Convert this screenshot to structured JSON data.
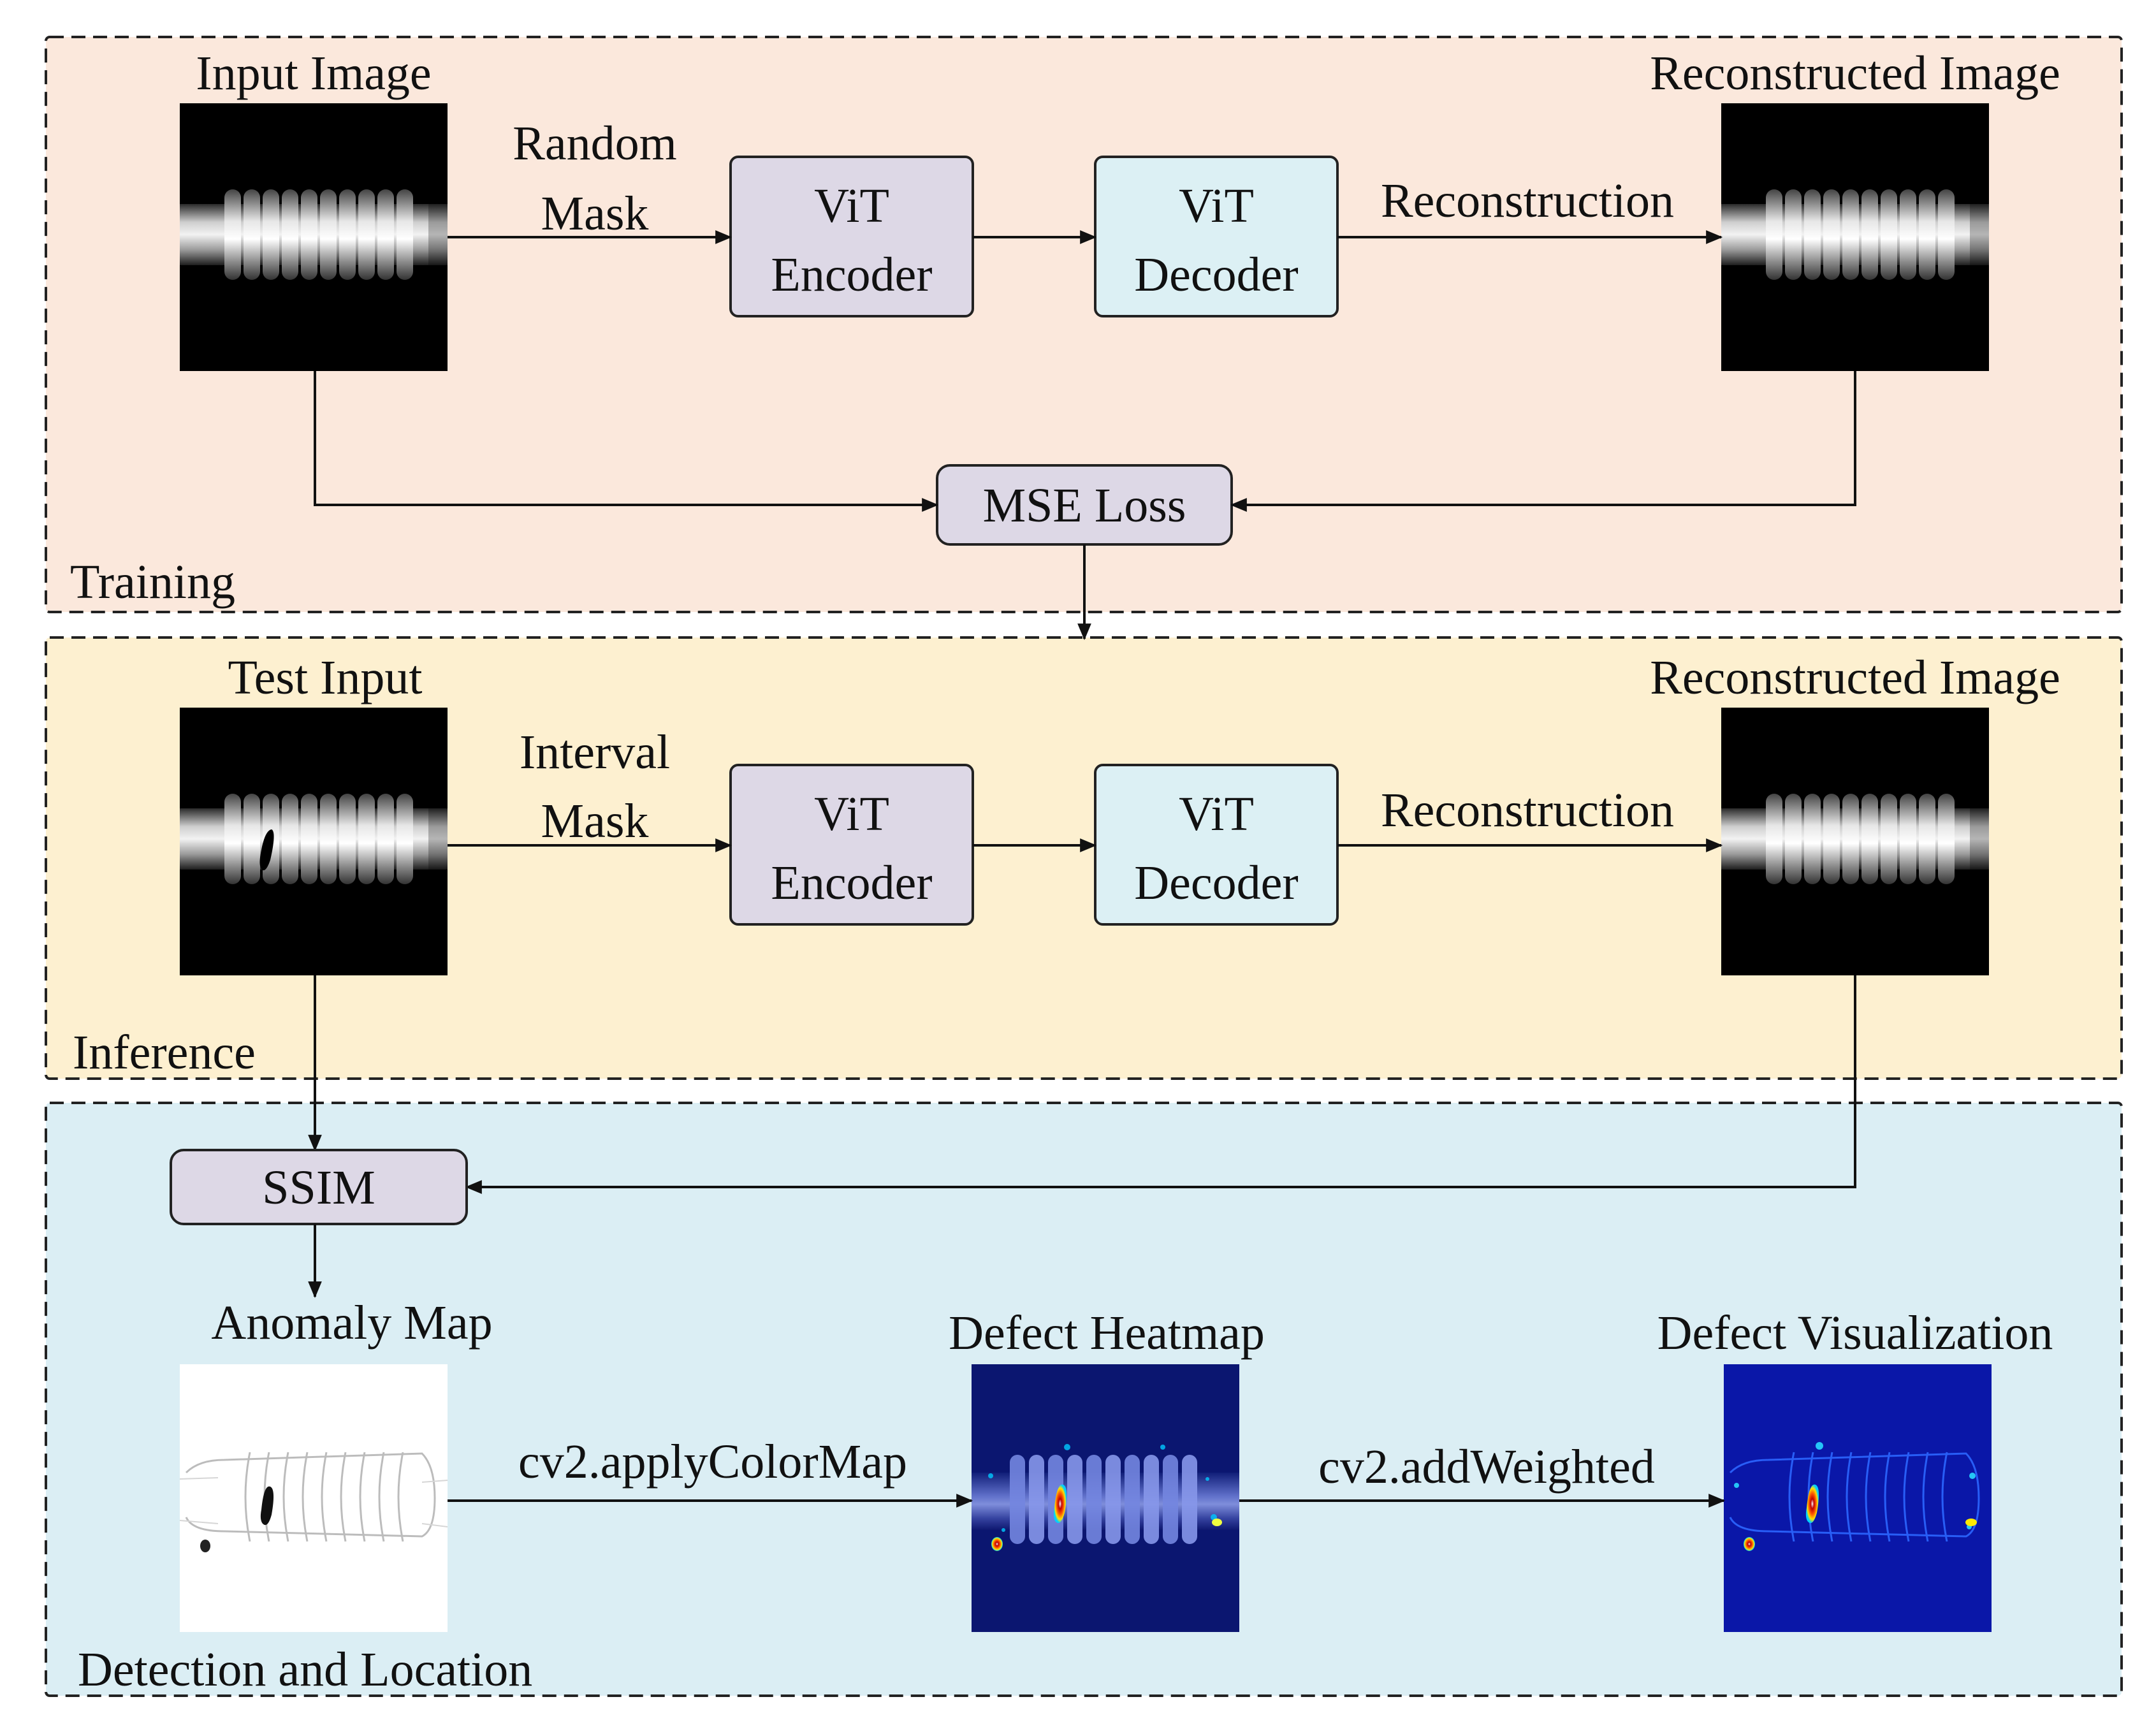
{
  "colors": {
    "training_bg": "#fbe8dc",
    "inference_bg": "#fdf0d0",
    "detection_bg": "#dbeef4",
    "encoder_fill": "#ddd8e6",
    "decoder_fill": "#dcf0f4",
    "loss_fill": "#ddd8e6",
    "line": "#111111"
  },
  "training": {
    "section_label": "Training",
    "input_label": "Input Image",
    "mask_line1": "Random",
    "mask_line2": "Mask",
    "encoder_line1": "ViT",
    "encoder_line2": "Encoder",
    "decoder_line1": "ViT",
    "decoder_line2": "Decoder",
    "reconstruction_label": "Reconstruction",
    "output_label": "Reconstructed Image",
    "loss_label": "MSE Loss"
  },
  "inference": {
    "section_label": "Inference",
    "input_label": "Test Input",
    "mask_line1": "Interval",
    "mask_line2": "Mask",
    "encoder_line1": "ViT",
    "encoder_line2": "Encoder",
    "decoder_line1": "ViT",
    "decoder_line2": "Decoder",
    "reconstruction_label": "Reconstruction",
    "output_label": "Reconstructed Image"
  },
  "detection": {
    "section_label": "Detection and Location",
    "ssim_label": "SSIM",
    "anomaly_label": "Anomaly Map",
    "colormap_label": "cv2.applyColorMap",
    "heatmap_label": "Defect Heatmap",
    "weighted_label": "cv2.addWeighted",
    "visualization_label": "Defect Visualization"
  }
}
